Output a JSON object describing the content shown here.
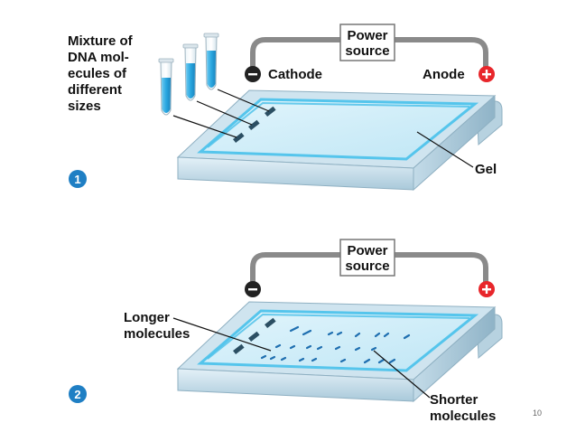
{
  "panel1": {
    "step": "1",
    "power_source_line1": "Power",
    "power_source_line2": "source",
    "cathode_label": "Cathode",
    "anode_label": "Anode",
    "gel_label": "Gel",
    "mixture_label": [
      "Mixture of",
      "DNA mol-",
      "ecules of",
      "different",
      "sizes"
    ]
  },
  "panel2": {
    "step": "2",
    "power_source_line1": "Power",
    "power_source_line2": "source",
    "longer_label": [
      "Longer",
      "molecules"
    ],
    "shorter_label": [
      "Shorter",
      "molecules"
    ]
  },
  "page_number": "10",
  "colors": {
    "tray": "#cfe3ee",
    "gel": "#c9ebf7",
    "gel_glow": "#4cc3ea",
    "wire": "#888888",
    "cathode": "#222222",
    "anode": "#e8262b",
    "step_badge": "#1f7fc4",
    "dna_fill": "#2aa7e0",
    "band": "#1f6fb0"
  }
}
